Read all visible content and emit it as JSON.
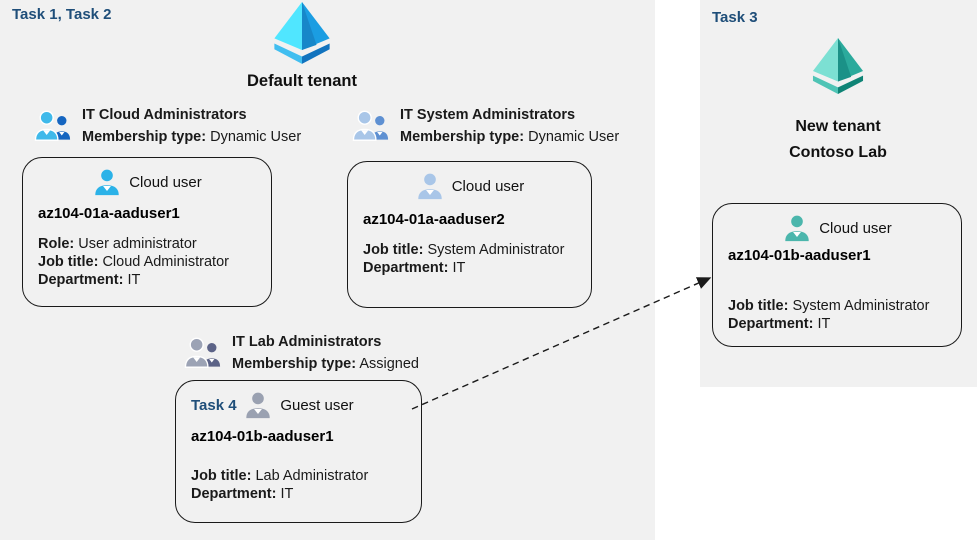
{
  "colors": {
    "task_label": "#1F4E79",
    "panel_background": "#F1F1F1",
    "card_border": "#1A1A1A",
    "default_tenant_icon": [
      "#50E6FF",
      "#1B9DE2",
      "#41BEF0",
      "#1173BE"
    ],
    "new_tenant_icon": [
      "#7CE0D3",
      "#2BAA9C",
      "#4FC4B5",
      "#0F8476"
    ],
    "group_cloud_admins_icon": [
      "#3FB9EA",
      "#1565C0"
    ],
    "group_system_admins_icon": [
      "#A9C6E8",
      "#5E90D2"
    ],
    "group_lab_admins_icon": [
      "#9CA3B5",
      "#5C6387"
    ],
    "cloud_user1_icon": "#2BB2E8",
    "cloud_user2_icon": "#A9C6E8",
    "guest_user_icon": "#9AA1B1",
    "new_tenant_user_icon": "#4BB6AC"
  },
  "left_panel": {
    "task_label": "Task 1, Task 2",
    "tenant_name": "Default tenant",
    "groups": [
      {
        "name": "IT Cloud Administrators",
        "membership_label": "Membership type:",
        "membership_value": "Dynamic User"
      },
      {
        "name": "IT System Administrators",
        "membership_label": "Membership type:",
        "membership_value": "Dynamic User"
      },
      {
        "name": "IT Lab Administrators",
        "membership_label": "Membership type:",
        "membership_value": "Assigned"
      }
    ],
    "users": [
      {
        "type_label": "Cloud user",
        "name": "az104-01a-aaduser1",
        "details": [
          {
            "label": "Role:",
            "value": "User administrator"
          },
          {
            "label": "Job title:",
            "value": "Cloud Administrator"
          },
          {
            "label": "Department:",
            "value": "IT"
          }
        ]
      },
      {
        "type_label": "Cloud user",
        "name": "az104-01a-aaduser2",
        "details": [
          {
            "label": "Job title:",
            "value": "System Administrator"
          },
          {
            "label": "Department:",
            "value": "IT"
          }
        ]
      },
      {
        "task_label": "Task 4",
        "type_label": "Guest user",
        "name": "az104-01b-aaduser1",
        "details": [
          {
            "label": "Job title:",
            "value": "Lab Administrator"
          },
          {
            "label": "Department:",
            "value": "IT"
          }
        ]
      }
    ]
  },
  "right_panel": {
    "task_label": "Task 3",
    "tenant_name_line1": "New tenant",
    "tenant_name_line2": "Contoso Lab",
    "user": {
      "type_label": "Cloud user",
      "name": "az104-01b-aaduser1",
      "details": [
        {
          "label": "Job title:",
          "value": "System Administrator"
        },
        {
          "label": "Department:",
          "value": "IT"
        }
      ]
    }
  },
  "arrow": {
    "style": "dashed",
    "from": "guest-user-card",
    "to": "new-tenant-user-card"
  }
}
